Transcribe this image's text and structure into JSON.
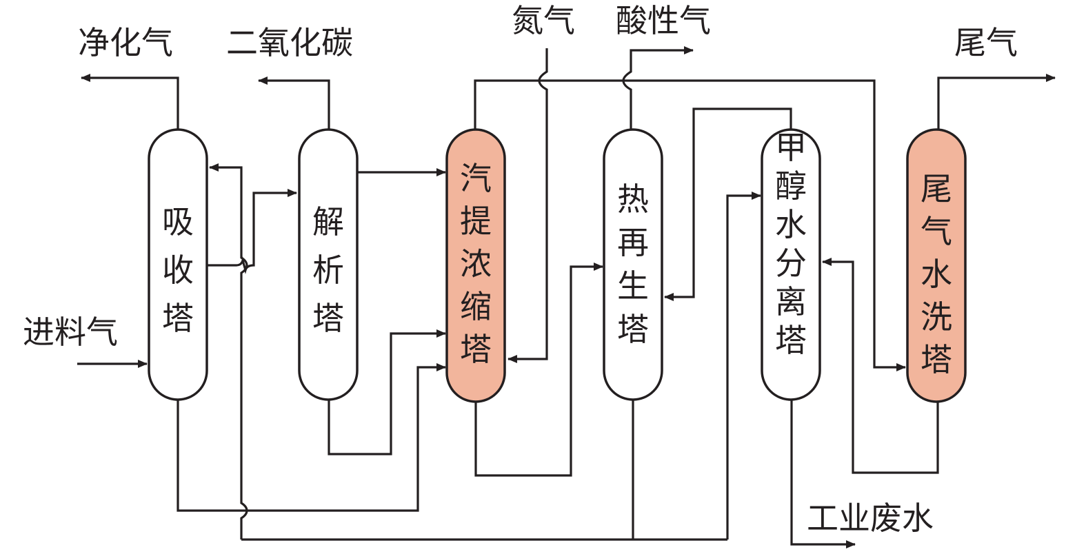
{
  "diagram": {
    "type": "process-flow",
    "colors": {
      "line": "#231f20",
      "highlight_fill": "#f2b59c",
      "normal_fill": "#ffffff",
      "background": "#ffffff"
    },
    "columns": [
      {
        "id": "absorber",
        "label": "吸收塔",
        "highlighted": false
      },
      {
        "id": "desorber",
        "label": "解析塔",
        "highlighted": false
      },
      {
        "id": "stripper",
        "label": "汽提浓缩塔",
        "highlighted": true
      },
      {
        "id": "regenerator",
        "label": "热再生塔",
        "highlighted": false
      },
      {
        "id": "methanol-separator",
        "label": "甲醇水分离塔",
        "highlighted": false
      },
      {
        "id": "tail-gas-washer",
        "label": "尾气水洗塔",
        "highlighted": true
      }
    ],
    "streams": {
      "purified_gas": "净化气",
      "carbon_dioxide": "二氧化碳",
      "nitrogen": "氮气",
      "acid_gas": "酸性气",
      "tail_gas": "尾气",
      "feed_gas": "进料气",
      "industrial_wastewater": "工业废水"
    }
  }
}
